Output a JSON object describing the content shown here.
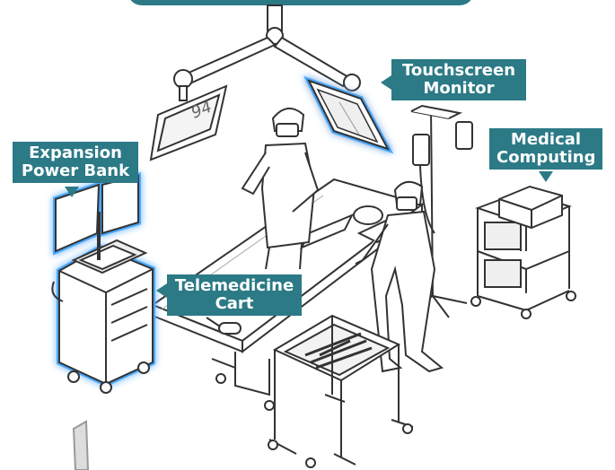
{
  "callouts": {
    "touchscreen": {
      "line1": "Touchscreen",
      "line2": "Monitor"
    },
    "expansion": {
      "line1": "Expansion",
      "line2": "Power Bank"
    },
    "medical": {
      "line1": "Medical",
      "line2": "Computing"
    },
    "telemedicine": {
      "line1": "Telemedicine",
      "line2": "Cart"
    }
  },
  "monitor_display": {
    "number": "94"
  },
  "colors": {
    "accent": "#2b7a86",
    "glow": "#4aa8ff",
    "line": "#333333"
  }
}
